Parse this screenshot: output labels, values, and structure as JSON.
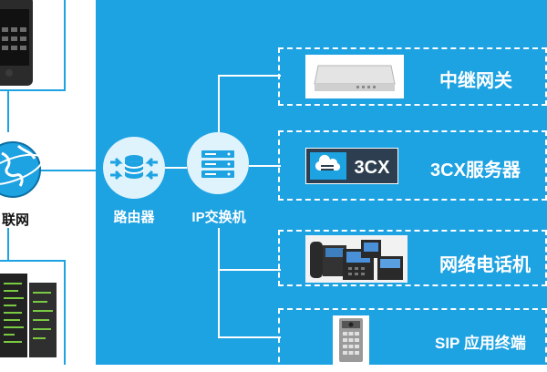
{
  "nodes": {
    "internet": {
      "label": "联网"
    },
    "router": {
      "label": "路由器"
    },
    "switch": {
      "label": "IP交换机"
    }
  },
  "devices": [
    {
      "label": "中继网关",
      "icon": "gateway-icon"
    },
    {
      "label": "3CX服务器",
      "icon": "server-icon",
      "logo_text": "3CX"
    },
    {
      "label": "网络电话机",
      "icon": "ip-phone-icon"
    },
    {
      "label": "SIP 应用终端",
      "icon": "door-intercom-icon"
    }
  ],
  "colors": {
    "panel": "#1da2e2",
    "node": "#dff3fd",
    "icon_blue": "#1da2e2",
    "server_dark": "#2d3e50"
  }
}
